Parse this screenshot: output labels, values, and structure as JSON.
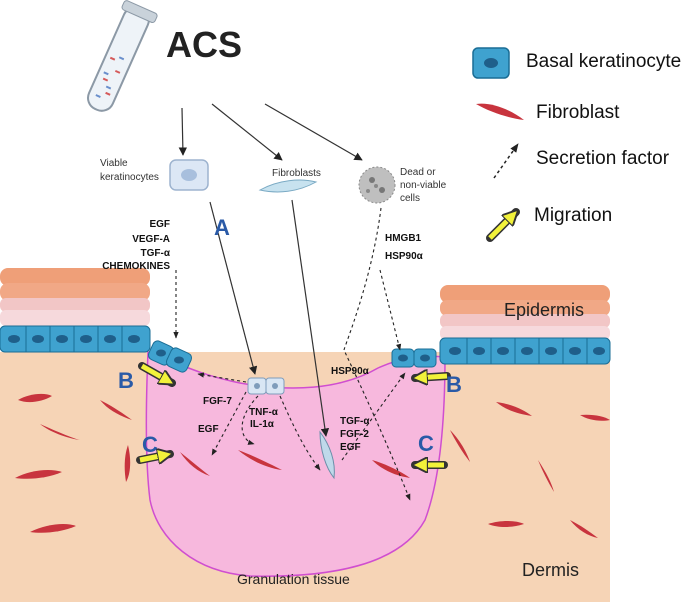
{
  "title": "ACS",
  "cells": {
    "keratinocytes": "Viable keratinocytes",
    "fibroblasts": "Fibroblasts",
    "dead_cells": "Dead or non-viable cells"
  },
  "factors": {
    "keratinocyte_secreted": [
      "EGF",
      "VEGF-A",
      "TGF-α",
      "CHEMOKINES"
    ],
    "dead_cell_secreted": [
      "HMGB1",
      "HSP90α"
    ],
    "wound_left": [
      "FGF-7",
      "EGF"
    ],
    "wound_center": [
      "TNF-α",
      "IL-1α"
    ],
    "wound_right": [
      "TGF-α",
      "FGF-2",
      "EGF"
    ],
    "hsp": "HSP90α"
  },
  "markers": {
    "a": "A",
    "b": "B",
    "c": "C"
  },
  "regions": {
    "epidermis": "Epidermis",
    "dermis": "Dermis",
    "granulation": "Granulation tissue"
  },
  "legend": [
    {
      "icon": "basal-keratinocyte-icon",
      "label": "Basal keratinocyte"
    },
    {
      "icon": "fibroblast-icon",
      "label": "Fibroblast"
    },
    {
      "icon": "secretion-arrow-icon",
      "label": "Secretion factor"
    },
    {
      "icon": "migration-arrow-icon",
      "label": "Migration"
    }
  ],
  "colors": {
    "dermis": "#f6d4b6",
    "granulation": "#f7b8dd",
    "basal": "#3fa2cf",
    "fibroblast": "#c8343e",
    "marker": "#2a5aa7",
    "migration": "#f2f23a"
  }
}
